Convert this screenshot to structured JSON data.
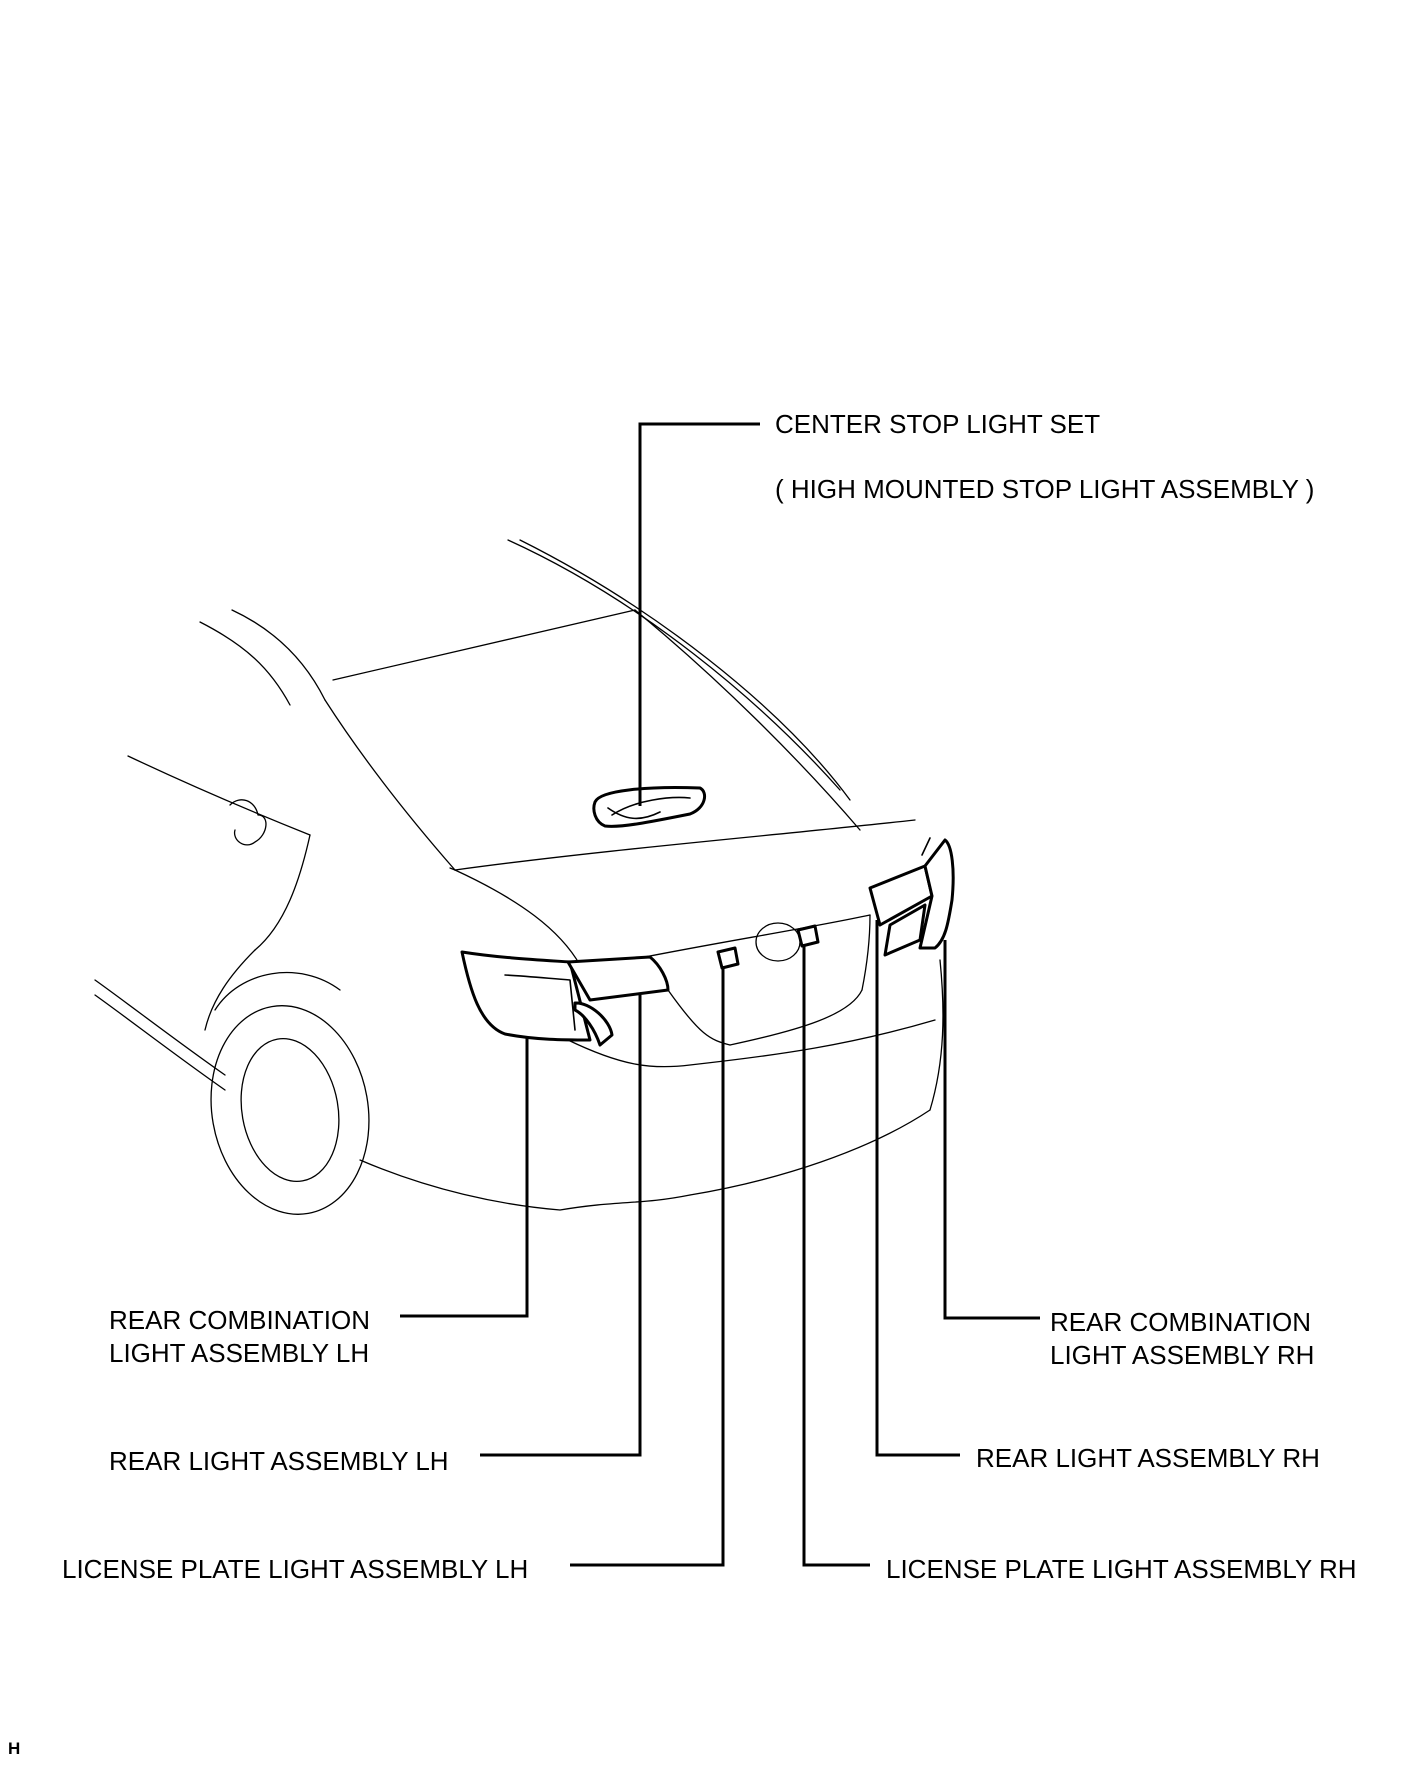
{
  "labels": {
    "center_stop": "CENTER STOP LIGHT SET",
    "high_mounted": "( HIGH MOUNTED STOP LIGHT ASSEMBLY )",
    "rear_combination_lh_1": "REAR COMBINATION",
    "rear_combination_lh_2": "LIGHT ASSEMBLY LH",
    "rear_combination_rh_1": "REAR COMBINATION",
    "rear_combination_rh_2": "LIGHT ASSEMBLY RH",
    "rear_light_lh": "REAR LIGHT ASSEMBLY LH",
    "rear_light_rh": "REAR LIGHT ASSEMBLY RH",
    "license_lh": "LICENSE PLATE LIGHT ASSEMBLY LH",
    "license_rh": "LICENSE PLATE LIGHT ASSEMBLY RH",
    "corner_mark": "H"
  }
}
